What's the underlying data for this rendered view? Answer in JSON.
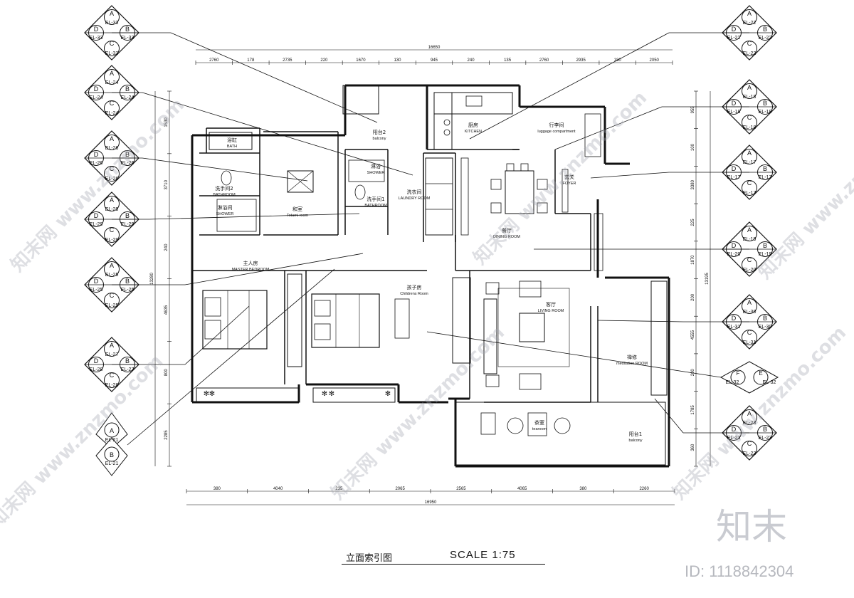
{
  "title": "立面索引图",
  "scale": "SCALE  1:75",
  "brand": {
    "logo": "知末",
    "id": "ID: 1118842304",
    "watermark": "知末网 www.znzmo.com"
  },
  "dims": {
    "top_total": "16650",
    "top": [
      "2760",
      "178",
      "2735",
      "220",
      "1670",
      "130",
      "945",
      "240",
      "135",
      "2760",
      "2935",
      "180",
      "2050"
    ],
    "bottom_total": "16950",
    "bottom": [
      "380",
      "4040",
      "235",
      "2065",
      "2565",
      "4065",
      "380",
      "2260"
    ],
    "left_total": "13280",
    "left": [
      "1530",
      "3710",
      "240",
      "4635",
      "800",
      "2285"
    ],
    "right_total": "13195",
    "right": [
      "955",
      "100",
      "3380",
      "225",
      "1870",
      "200",
      "4555",
      "200",
      "1785",
      "360"
    ]
  },
  "rooms": [
    {
      "cn": "阳台2",
      "en": "balcony"
    },
    {
      "cn": "厨房",
      "en": "KITCHEN"
    },
    {
      "cn": "行李间",
      "en": "luggage compartment"
    },
    {
      "cn": "浴缸",
      "en": "BATH"
    },
    {
      "cn": "洗手间2",
      "en": "BATHROOM"
    },
    {
      "cn": "淋浴间",
      "en": "SHOWER"
    },
    {
      "cn": "和室",
      "en": "Totami room"
    },
    {
      "cn": "淋浴",
      "en": "SHOWER"
    },
    {
      "cn": "洗手间1",
      "en": "BATHROOM"
    },
    {
      "cn": "洗衣间",
      "en": "LAUNDRY ROOM"
    },
    {
      "cn": "玄关",
      "en": "FOYER"
    },
    {
      "cn": "餐厅",
      "en": "DINING ROOM"
    },
    {
      "cn": "主人房",
      "en": "MASTER BEDROOM"
    },
    {
      "cn": "孩子房",
      "en": "Childrens Room"
    },
    {
      "cn": "客厅",
      "en": "LIVING ROOM"
    },
    {
      "cn": "禅修",
      "en": "meditation ROOM"
    },
    {
      "cn": "茶室",
      "en": "tearoom"
    },
    {
      "cn": "阳台1",
      "en": "balcony"
    }
  ],
  "tags": {
    "left": [
      {
        "a": "A",
        "b": "B",
        "c": "C",
        "d": "D",
        "ref": "EL-33"
      },
      {
        "a": "A",
        "b": "B",
        "c": "C",
        "d": "D",
        "ref": "EL-24"
      },
      {
        "a": "A",
        "b": "B",
        "c": "C",
        "d": "D",
        "ref": "EL-26"
      },
      {
        "a": "A",
        "b": "B",
        "c": "C",
        "d": "D",
        "ref": "EL-29"
      },
      {
        "a": "A",
        "b": "B",
        "c": "C",
        "d": "D",
        "ref": "EL-25"
      },
      {
        "a": "A",
        "b": "B",
        "c": "C",
        "d": "D",
        "ref": "EL-27",
        "ref2": "EL-28"
      }
    ],
    "left_pair": {
      "a": "A",
      "a_ref": "EL-21",
      "b": "B",
      "b_ref": "EL-21"
    },
    "right": [
      {
        "a": "A",
        "b": "B",
        "c": "C",
        "d": "D",
        "ref": "EL-22"
      },
      {
        "a": "A",
        "b": "B",
        "c": "C",
        "d": "D",
        "ref": "EL-18"
      },
      {
        "a": "A",
        "b": "B",
        "c": "C",
        "d": "D",
        "ref": "EL-17"
      },
      {
        "a": "A",
        "b": "B",
        "c": "C",
        "d": "D",
        "ref": "EL-19",
        "ref2": "EL-20"
      },
      {
        "a": "A",
        "b": "B",
        "c": "C",
        "d": "D",
        "ref": "EL-30",
        "ref2": "EL-31"
      },
      {
        "a": "A",
        "b": "B",
        "c": "C",
        "d": "D",
        "ref": "EL-23"
      }
    ],
    "right_pair": {
      "f": "F",
      "f_ref": "EL-32",
      "e": "E",
      "e_ref": "EL-32"
    }
  }
}
